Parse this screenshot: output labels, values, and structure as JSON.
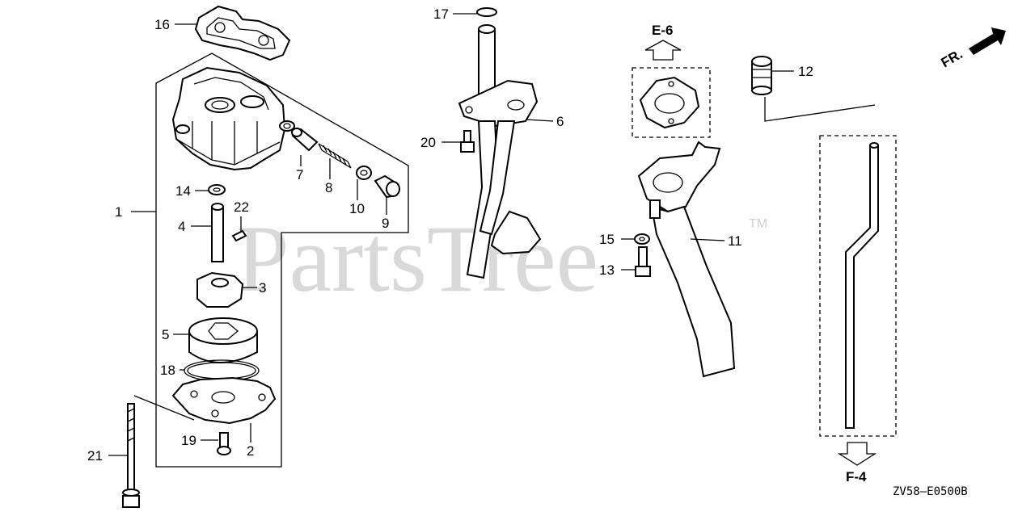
{
  "watermark": {
    "text": "PartsTree",
    "trademark": "TM"
  },
  "diagram_code": "ZV58–E0500B",
  "direction_label": "FR.",
  "references": {
    "upper": "E-6",
    "lower": "F-4"
  },
  "callouts": {
    "c1": "1",
    "c2": "2",
    "c3": "3",
    "c4": "4",
    "c5": "5",
    "c6": "6",
    "c7": "7",
    "c8": "8",
    "c9": "9",
    "c10": "10",
    "c11": "11",
    "c12": "12",
    "c13": "13",
    "c14": "14",
    "c15": "15",
    "c16": "16",
    "c17": "17",
    "c18": "18",
    "c19": "19",
    "c20": "20",
    "c21": "21",
    "c22": "22"
  }
}
